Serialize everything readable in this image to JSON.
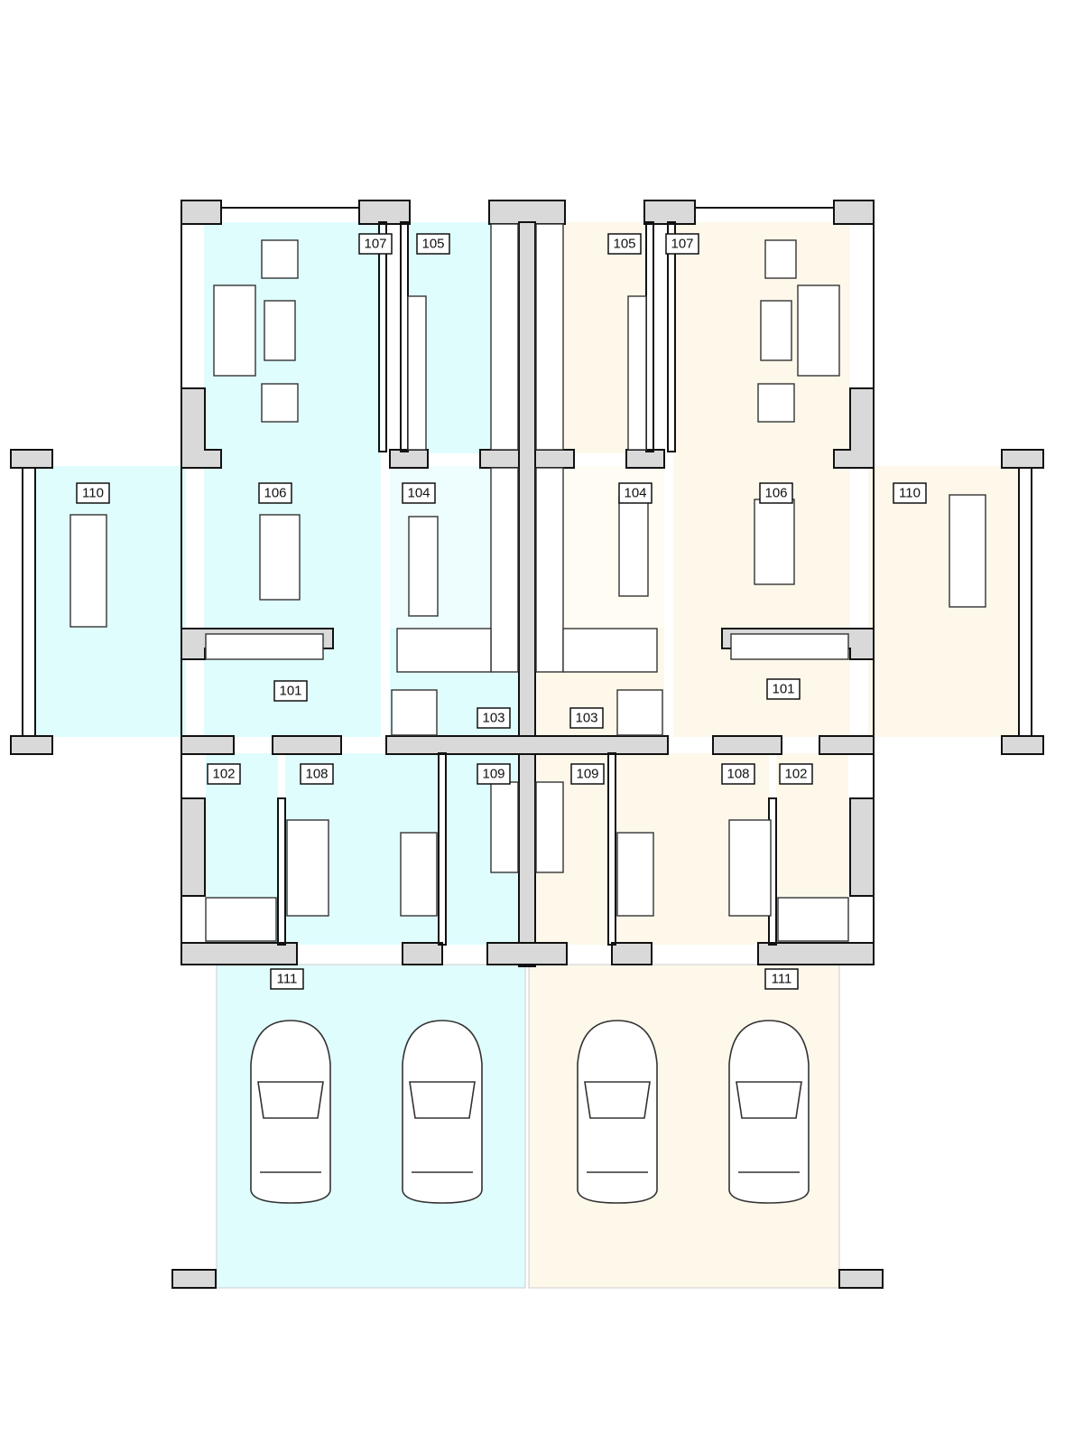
{
  "plan": {
    "colors": {
      "left_unit": "#e0fdfe",
      "right_unit": "#fdf8ea",
      "wall": "#d9d9d9"
    },
    "left": {
      "r107": "107",
      "r105": "105",
      "r110": "110",
      "r106": "106",
      "r104": "104",
      "r101": "101",
      "r103": "103",
      "r102": "102",
      "r108": "108",
      "r109": "109",
      "r111": "111"
    },
    "right": {
      "r105": "105",
      "r107": "107",
      "r104": "104",
      "r106": "106",
      "r110": "110",
      "r103": "103",
      "r101": "101",
      "r109": "109",
      "r108": "108",
      "r102": "102",
      "r111": "111"
    }
  }
}
